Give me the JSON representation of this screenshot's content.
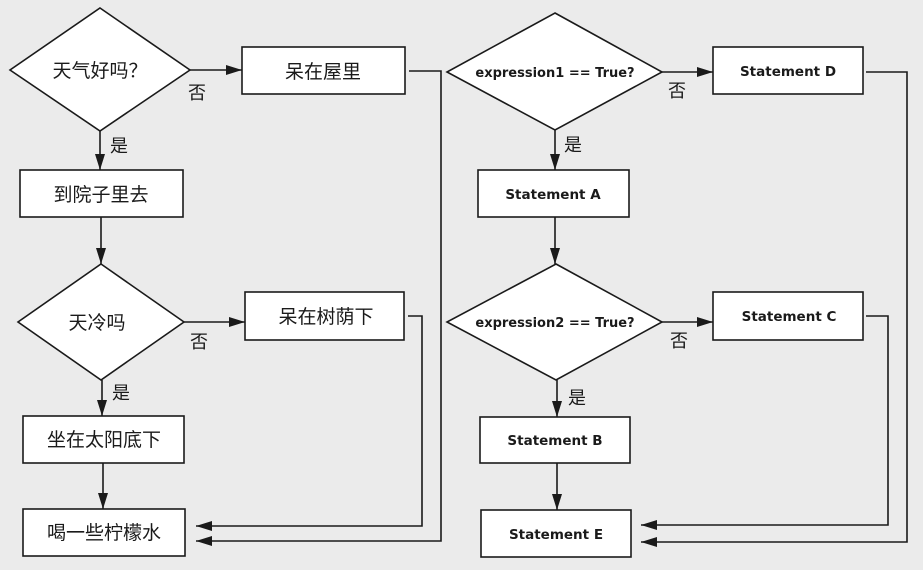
{
  "left_flowchart": {
    "decision1": {
      "text": "天气好吗？"
    },
    "decision1_no_label": "否",
    "decision1_yes_label": "是",
    "stay_inside": {
      "text": "呆在屋里"
    },
    "go_yard": {
      "text": "到院子里去"
    },
    "decision2": {
      "text": "天冷吗"
    },
    "decision2_no_label": "否",
    "decision2_yes_label": "是",
    "stay_shade": {
      "text": "呆在树荫下"
    },
    "sit_sun": {
      "text": "坐在太阳底下"
    },
    "drink": {
      "text": "喝一些柠檬水"
    }
  },
  "right_flowchart": {
    "decision1": {
      "text": "expression1 == True?"
    },
    "decision1_no_label": "否",
    "decision1_yes_label": "是",
    "statement_d": {
      "text": "Statement D"
    },
    "statement_a": {
      "text": "Statement A"
    },
    "decision2": {
      "text": "expression2 == True?"
    },
    "decision2_no_label": "否",
    "decision2_yes_label": "是",
    "statement_c": {
      "text": "Statement C"
    },
    "statement_b": {
      "text": "Statement B"
    },
    "statement_e": {
      "text": "Statement E"
    }
  },
  "colors": {
    "background": "#ebebeb",
    "shape_fill": "#ffffff",
    "stroke": "#1a1a1a"
  }
}
